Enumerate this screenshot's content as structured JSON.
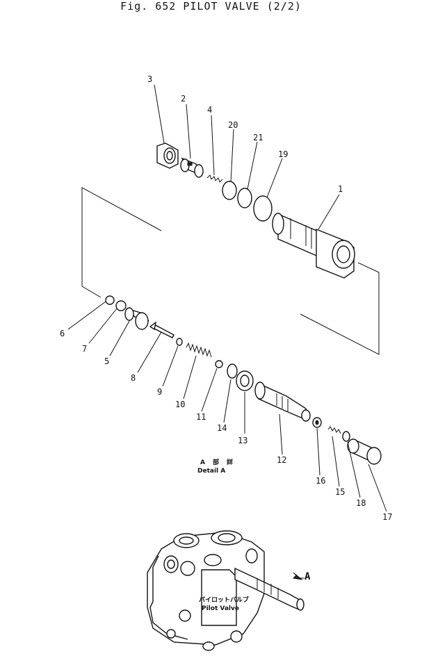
{
  "title": "Fig. 652  PILOT VALVE (2/2)",
  "callouts": [
    "3",
    "2",
    "4",
    "20",
    "21",
    "19",
    "1",
    "6",
    "7",
    "5",
    "8",
    "9",
    "10",
    "11",
    "14",
    "13",
    "12",
    "16",
    "15",
    "18",
    "17"
  ],
  "detail": {
    "line1_a": "A",
    "line1_b": "部",
    "line1_c": "詳",
    "line2": "Detail  A"
  },
  "bottom": {
    "arrow_label": "A",
    "jp_label": "パイロットバルブ",
    "en_label": "Pilot Valve"
  }
}
